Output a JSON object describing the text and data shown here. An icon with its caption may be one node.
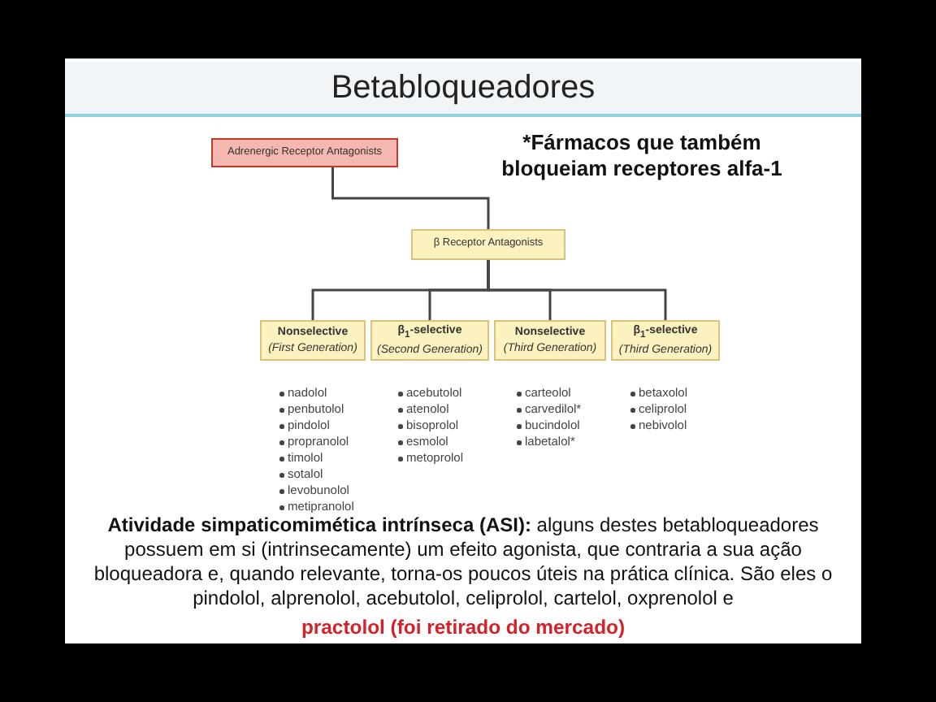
{
  "diagram": {
    "title": "Betabloqueadores",
    "nodes": [
      {
        "text": [
          "Adrenergic Receptor Antagonists"
        ]
      },
      {
        "text": [
          "β Receptor Antagonists"
        ]
      },
      {
        "text": [
          "Nonselective",
          "(First Generation)"
        ],
        "beside": [
          "nadolol",
          "penbutolol",
          "pindolol",
          "propranolol",
          "timolol",
          "sotalol",
          "levobunolol",
          "metipranolol"
        ]
      },
      {
        "text": [
          "β$_{1}$-selective",
          "(Second Generation)"
        ],
        "beside": [
          "acebutolol",
          "atenolol",
          "bisoprolol",
          "esmolol",
          "metoprolol"
        ]
      },
      {
        "text": [
          "Nonselective",
          "(Third Generation)"
        ],
        "beside": [
          "carteolol",
          "carvedilol*",
          "bucindolol",
          "labetalol*"
        ]
      },
      {
        "text": [
          "β$_{1}$-selective",
          "(Third Generation)"
        ],
        "beside": [
          "betaxolol",
          "celiprolol",
          "nebivolol"
        ]
      }
    ],
    "edges": [
      {
        "from": 0,
        "to": 1,
        "arrow": "none"
      },
      {
        "from": 1,
        "to": 2,
        "arrow": "none"
      },
      {
        "from": 1,
        "to": 3,
        "arrow": "none"
      },
      {
        "from": 1,
        "to": 4,
        "arrow": "none"
      },
      {
        "from": 1,
        "to": 5,
        "arrow": "none"
      }
    ],
    "labels": [
      "*Fármacos que também bloqueiam receptores alfa-1",
      "**Atividade simpaticomimética intrínseca (ASI):** alguns destes betabloqueadores possuem em si (intrinsecamente) um efeito agonista, que contraria a sua ação bloqueadora e, quando relevante, torna-os poucos úteis na prática clínica. São eles o pindolol, alprenolol, acebutolol, celiprolol, cartelol, oxprenolol e",
      "practolol (foi retirado do mercado)"
    ]
  }
}
